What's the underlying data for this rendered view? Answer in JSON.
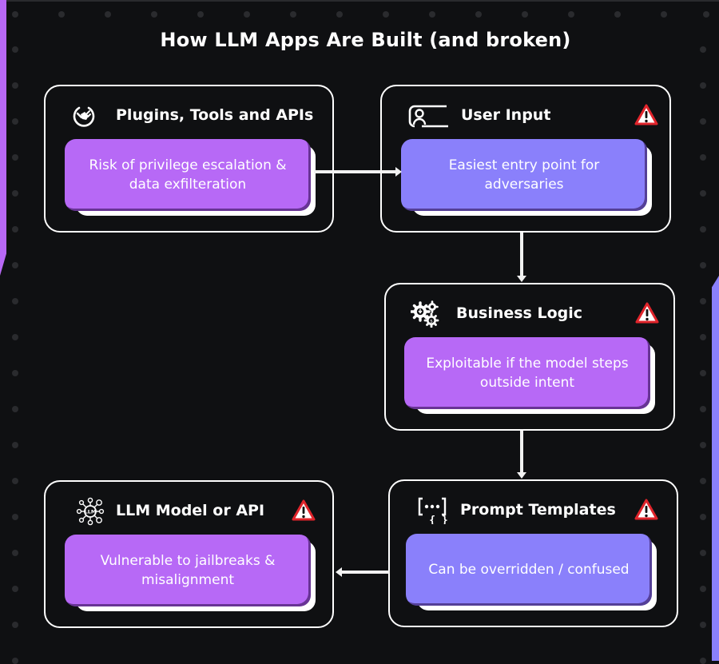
{
  "title": "How LLM Apps Are Built  (and broken)",
  "colors": {
    "background": "#0f1012",
    "violet_box": "#b769f6",
    "indigo_box": "#8a80fb",
    "warning_red": "#e0242b",
    "border": "#ffffff"
  },
  "nodes": [
    {
      "id": "plugins",
      "icon": "plug-icon",
      "title": "Plugins, Tools and APIs",
      "description": "Risk of privilege escalation & data exfilteration",
      "warning": false,
      "box_color": "violet"
    },
    {
      "id": "user-input",
      "icon": "user-input-icon",
      "title": "User Input",
      "description": "Easiest entry point for adversaries",
      "warning": true,
      "box_color": "indigo"
    },
    {
      "id": "business-logic",
      "icon": "gears-icon",
      "title": "Business Logic",
      "description": "Exploitable if the model steps outside intent",
      "warning": true,
      "box_color": "violet"
    },
    {
      "id": "prompt-templates",
      "icon": "template-brackets-icon",
      "title": "Prompt Templates",
      "description": "Can be overridden / confused",
      "warning": true,
      "box_color": "indigo"
    },
    {
      "id": "llm-model",
      "icon": "llm-network-icon",
      "title": "LLM Model or API",
      "description": "Vulnerable to jailbreaks & misalignment",
      "warning": true,
      "box_color": "violet"
    }
  ],
  "edges": [
    {
      "from": "plugins",
      "to": "user-input"
    },
    {
      "from": "user-input",
      "to": "business-logic"
    },
    {
      "from": "business-logic",
      "to": "prompt-templates"
    },
    {
      "from": "prompt-templates",
      "to": "llm-model"
    }
  ]
}
